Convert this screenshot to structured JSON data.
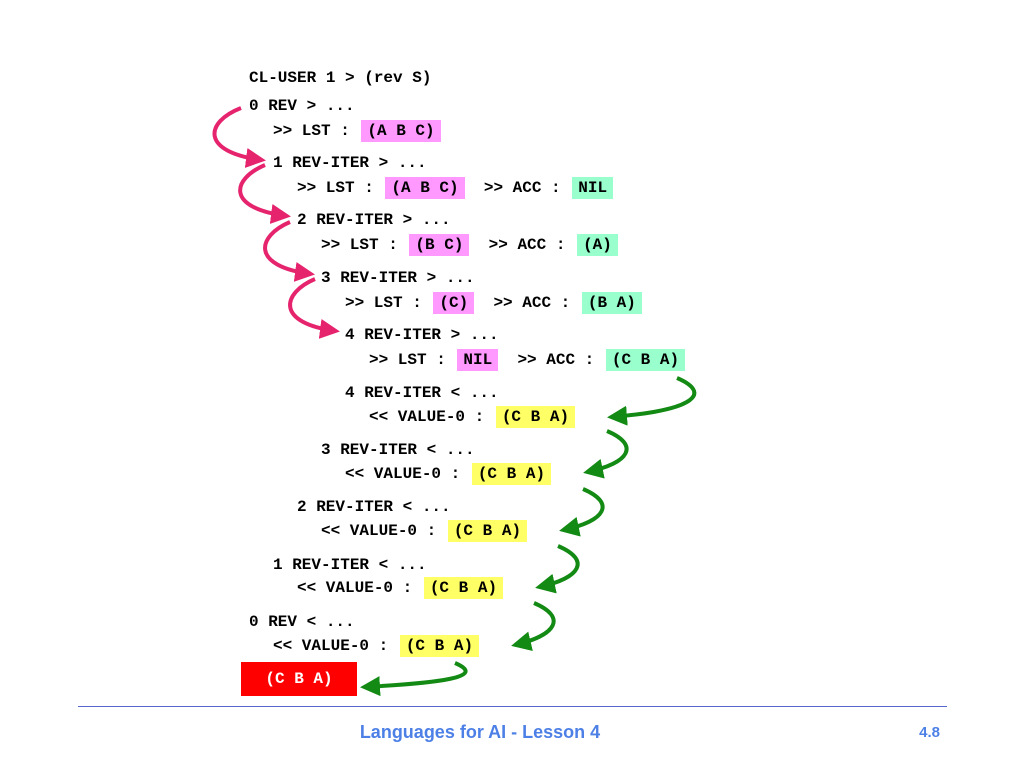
{
  "trace": {
    "command": "CL-USER 1 > (rev S)",
    "enter": [
      {
        "head": "0 REV > ...",
        "lst_label": ">> LST :",
        "lst": "(A B C)"
      },
      {
        "head": "1 REV-ITER > ...",
        "lst_label": ">> LST :",
        "lst": "(A B C)",
        "acc_label": ">> ACC :",
        "acc": "NIL"
      },
      {
        "head": "2 REV-ITER > ...",
        "lst_label": ">> LST :",
        "lst": "(B C)",
        "acc_label": ">> ACC :",
        "acc": "(A)"
      },
      {
        "head": "3 REV-ITER > ...",
        "lst_label": ">> LST :",
        "lst": "(C)",
        "acc_label": ">> ACC :",
        "acc": "(B A)"
      },
      {
        "head": "4 REV-ITER > ...",
        "lst_label": ">> LST :",
        "lst": "NIL",
        "acc_label": ">> ACC :",
        "acc": "(C B A)"
      }
    ],
    "exit": [
      {
        "head": "4 REV-ITER < ...",
        "value_label": "<< VALUE-0 :",
        "value": "(C B A)"
      },
      {
        "head": "3 REV-ITER < ...",
        "value_label": "<< VALUE-0 :",
        "value": "(C B A)"
      },
      {
        "head": "2 REV-ITER < ...",
        "value_label": "<< VALUE-0 :",
        "value": "(C B A)"
      },
      {
        "head": "1 REV-ITER < ...",
        "value_label": "<< VALUE-0 :",
        "value": "(C B A)"
      },
      {
        "head": "0 REV < ...",
        "value_label": "<< VALUE-0 :",
        "value": "(C B A)"
      }
    ],
    "result": "(C B A)"
  },
  "footer": {
    "title": "Languages for AI -  Lesson 4",
    "page": "4.8"
  },
  "colors": {
    "lst_highlight": "#ff99ff",
    "acc_highlight": "#99ffcc",
    "value_highlight": "#ffff66",
    "result_box": "#ff0000",
    "call_arrow": "#e6246e",
    "return_arrow": "#138a13",
    "footer_text": "#4d80e6"
  }
}
